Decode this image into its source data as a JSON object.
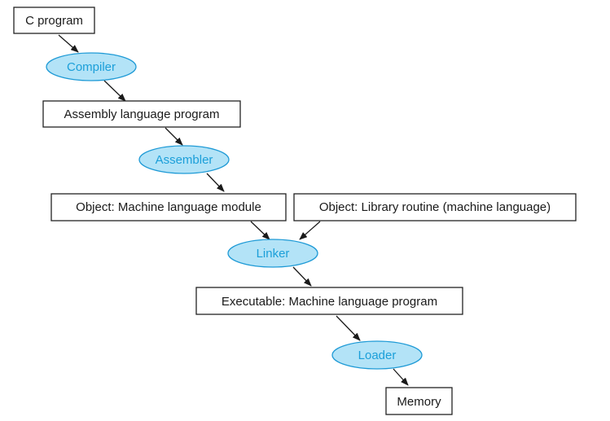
{
  "nodes": {
    "c_program": "C program",
    "compiler": "Compiler",
    "assembly_program": "Assembly language program",
    "assembler": "Assembler",
    "object_module": "Object: Machine language module",
    "library_routine": "Object: Library routine (machine language)",
    "linker": "Linker",
    "executable": "Executable: Machine language program",
    "loader": "Loader",
    "memory": "Memory"
  },
  "colors": {
    "step_fill": "#b3e3f7",
    "step_stroke": "#1e9ad6",
    "step_text": "#1b9fd9",
    "box_stroke": "#222222"
  }
}
